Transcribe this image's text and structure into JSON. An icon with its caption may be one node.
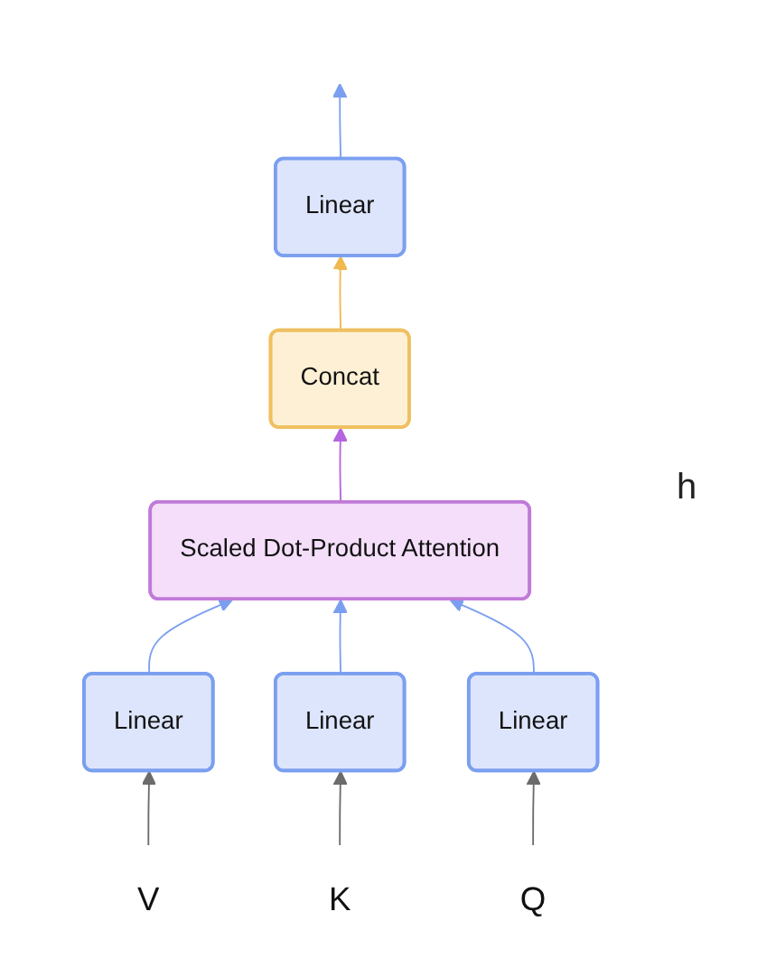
{
  "diagram": {
    "nodes": [
      {
        "text": [
          "Linear"
        ]
      },
      {
        "text": [
          "Concat"
        ]
      },
      {
        "text": [
          "Scaled Dot-Product Attention"
        ]
      },
      {
        "text": [
          "Linear"
        ]
      },
      {
        "text": [
          "Linear"
        ]
      },
      {
        "text": [
          "Linear"
        ]
      },
      {
        "text": [
          "V"
        ]
      },
      {
        "text": [
          "K"
        ]
      },
      {
        "text": [
          "Q"
        ]
      }
    ],
    "edges": [
      {
        "from": 6,
        "to": 3,
        "arrow": "to",
        "color": "#6b6b6b"
      },
      {
        "from": 7,
        "to": 4,
        "arrow": "to",
        "color": "#6b6b6b"
      },
      {
        "from": 8,
        "to": 5,
        "arrow": "to",
        "color": "#6b6b6b"
      },
      {
        "from": 3,
        "to": 2,
        "arrow": "to"
      },
      {
        "from": 4,
        "to": 2,
        "arrow": "to"
      },
      {
        "from": 5,
        "to": 2,
        "arrow": "to"
      },
      {
        "from": 2,
        "to": 1,
        "arrow": "to",
        "color": "#b565e0"
      },
      {
        "from": 1,
        "to": 0,
        "arrow": "to",
        "color": "#f0b84e"
      },
      {
        "from": 0,
        "to": null,
        "arrow": "to"
      }
    ],
    "labels": [
      "h"
    ]
  }
}
